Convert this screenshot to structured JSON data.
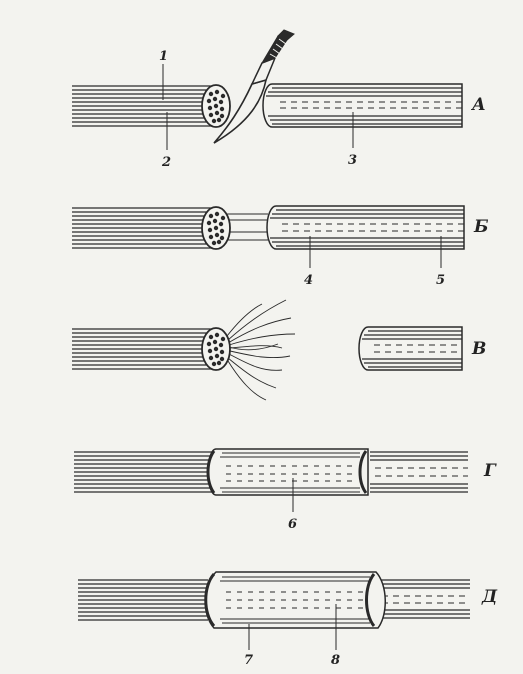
{
  "panels": [
    {
      "id": "A",
      "label": "А"
    },
    {
      "id": "B",
      "label": "Б"
    },
    {
      "id": "V",
      "label": "В"
    },
    {
      "id": "G",
      "label": "Г"
    },
    {
      "id": "D",
      "label": "Д"
    }
  ],
  "callouts": [
    "1",
    "2",
    "3",
    "4",
    "5",
    "6",
    "7",
    "8"
  ],
  "colors": {
    "ink": "#2a2a2a",
    "paper": "#f3f3ef"
  }
}
